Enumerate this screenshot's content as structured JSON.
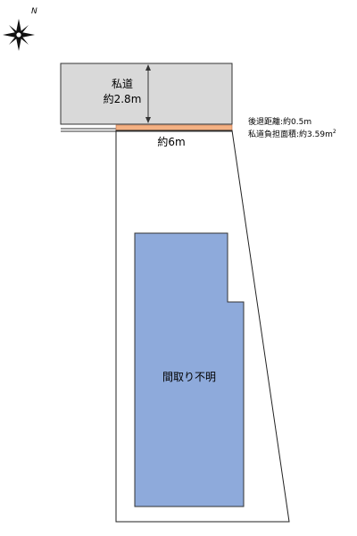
{
  "compass": {
    "north_label": "N",
    "icon": "compass-rose-icon"
  },
  "private_road": {
    "name": "私道",
    "width": "約2.8m",
    "fill_color": "#d9d9d9"
  },
  "frontage": {
    "length": "約6m",
    "setback_strip_color": "#f4b183"
  },
  "setback_note": {
    "line1": "後退距離:約0.5m",
    "line2_prefix": "私道負担面積:約3.59m",
    "line2_sup": "2"
  },
  "building": {
    "label": "間取り不明",
    "fill_color": "#8eaadb"
  }
}
